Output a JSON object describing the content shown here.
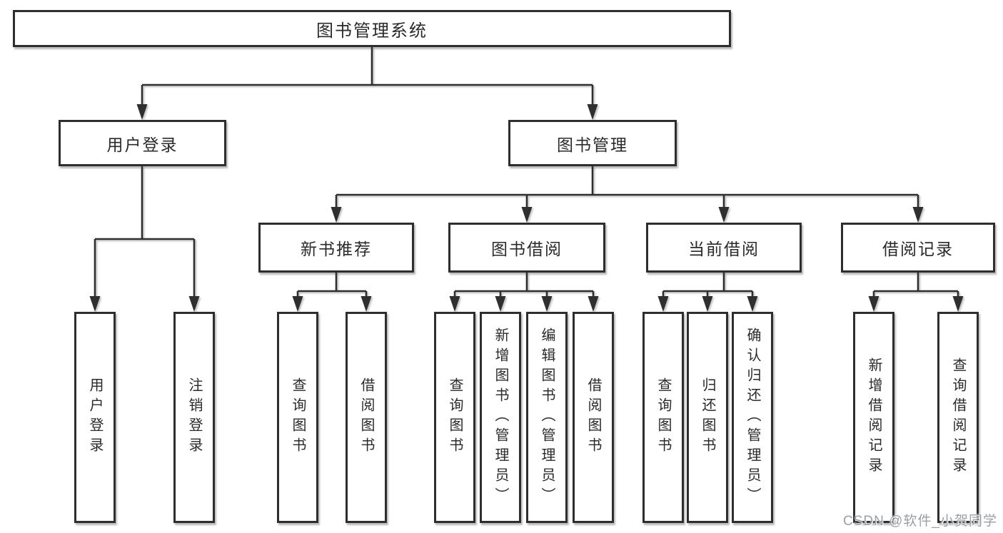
{
  "diagram": {
    "root": {
      "label": "图书管理系统"
    },
    "level2": [
      {
        "id": "user-login",
        "label": "用户登录"
      },
      {
        "id": "book-management",
        "label": "图书管理"
      }
    ],
    "level3": [
      {
        "id": "new-book-recommend",
        "label": "新书推荐"
      },
      {
        "id": "book-borrowing",
        "label": "图书借阅"
      },
      {
        "id": "current-borrowing",
        "label": "当前借阅"
      },
      {
        "id": "borrowing-records",
        "label": "借阅记录"
      }
    ],
    "leaves": [
      {
        "id": "user-login",
        "label": "用户登录"
      },
      {
        "id": "logout",
        "label": "注销登录"
      },
      {
        "id": "query-books-recommend",
        "label": "查询图书"
      },
      {
        "id": "borrow-books-recommend",
        "label": "借阅图书"
      },
      {
        "id": "query-books-borrowing",
        "label": "查询图书"
      },
      {
        "id": "add-books-admin",
        "label": "新增图书（管理员）"
      },
      {
        "id": "edit-books-admin",
        "label": "编辑图书（管理员）"
      },
      {
        "id": "borrow-books-borrowing",
        "label": "借阅图书"
      },
      {
        "id": "query-books-current",
        "label": "查询图书"
      },
      {
        "id": "return-books",
        "label": "归还图书"
      },
      {
        "id": "confirm-return-admin",
        "label": "确认归还（管理员）"
      },
      {
        "id": "add-borrow-record",
        "label": "新增借阅记录"
      },
      {
        "id": "query-borrow-record",
        "label": "查询借阅记录"
      }
    ]
  },
  "watermark": {
    "text": "CSDN @软件_小贺同学"
  },
  "colors": {
    "line": "#2f2f2f",
    "box_border": "#2e2e2e",
    "box_background": "#ffffff",
    "text": "#2a2a2a",
    "watermark": "#969ba0"
  }
}
